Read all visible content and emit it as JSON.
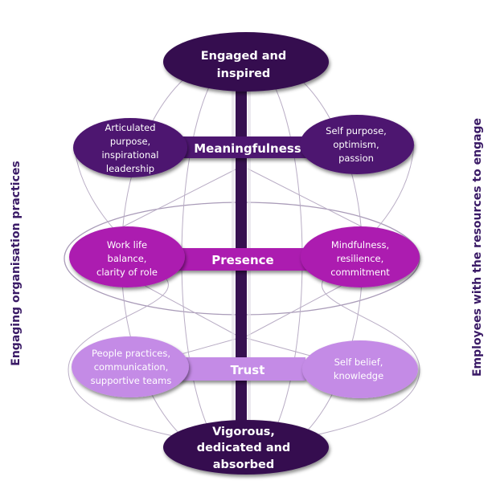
{
  "colors": {
    "dark": "#361050",
    "meaningfulness": "#4e1570",
    "presence": "#ac1fb0",
    "trust": "#c48be6",
    "side_text": "#3a1a66",
    "wire": "#b9adc5"
  },
  "top_node": {
    "lines": [
      "Engaged and",
      "inspired"
    ]
  },
  "bottom_node": {
    "lines": [
      "Vigorous,",
      "dedicated and",
      "absorbed"
    ]
  },
  "side_labels": {
    "left": "Engaging organisation  practices",
    "right": "Employees with the resources to engage"
  },
  "levels": [
    {
      "name": "meaningfulness",
      "label": "Meaningfulness",
      "left": [
        "Articulated",
        "purpose,",
        "inspirational",
        "leadership"
      ],
      "right": [
        "Self purpose,",
        "optimism,",
        "passion"
      ]
    },
    {
      "name": "presence",
      "label": "Presence",
      "left": [
        "Work life",
        "balance,",
        "clarity of role"
      ],
      "right": [
        "Mindfulness,",
        "resilience,",
        "commitment"
      ]
    },
    {
      "name": "trust",
      "label": "Trust",
      "left": [
        "People practices,",
        "communication,",
        "supportive teams"
      ],
      "right": [
        "Self belief,",
        "knowledge"
      ]
    }
  ]
}
